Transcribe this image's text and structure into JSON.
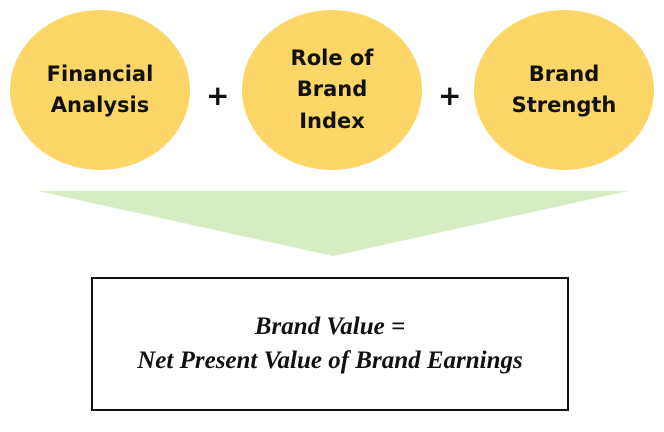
{
  "inputs": [
    {
      "lines": [
        "Financial",
        "Analysis"
      ]
    },
    {
      "lines": [
        "Role of",
        "Brand",
        "Index"
      ]
    },
    {
      "lines": [
        "Brand",
        "Strength"
      ]
    }
  ],
  "operators": [
    "+",
    "+"
  ],
  "result": {
    "line1": "Brand Value =",
    "line2": "Net Present Value of Brand Earnings"
  },
  "colors": {
    "oval_fill": "#fcd667",
    "funnel_fill": "#d6edc4",
    "text": "#111111",
    "box_border": "#111111"
  }
}
